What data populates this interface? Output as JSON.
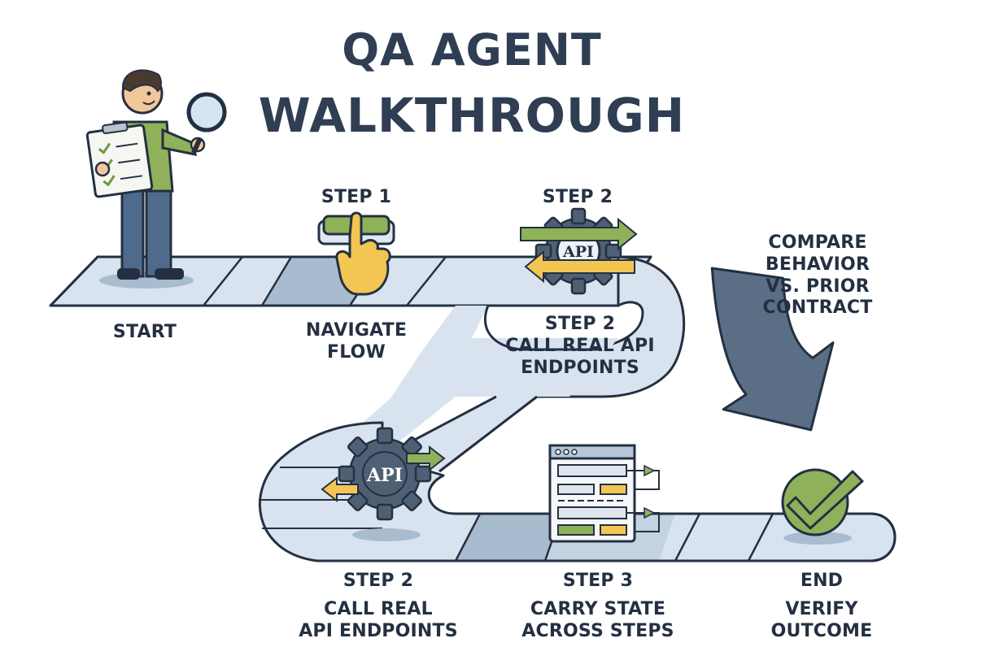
{
  "title": {
    "line1": "QA AGENT",
    "line2": "WALKTHROUGH"
  },
  "labels": {
    "start": "START",
    "step1_head": "STEP 1",
    "step1_line1": "NAVIGATE",
    "step1_line2": "FLOW",
    "step2_top_head": "STEP 2",
    "step2_mid_head": "STEP 2",
    "step2_mid_line1": "CALL REAL API",
    "step2_mid_line2": "ENDPOINTS",
    "compare_line1": "COMPARE",
    "compare_line2": "BEHAVIOR",
    "compare_line3": "VS. PRIOR",
    "compare_line4": "CONTRACT",
    "step2_bot_head": "STEP 2",
    "step2_bot_line1": "CALL REAL",
    "step2_bot_line2": "API ENDPOINTS",
    "step3_head": "STEP 3",
    "step3_line1": "CARRY STATE",
    "step3_line2": "ACROSS STEPS",
    "end_head": "END",
    "end_line1": "VERIFY",
    "end_line2": "OUTCOME"
  },
  "icons": {
    "api_text_top": "API",
    "api_text_bottom": "API"
  },
  "colors": {
    "ink": "#243042",
    "path_fill": "#d9e3ef",
    "path_dark": "#a9bccf",
    "green": "#7fa54a",
    "yellow": "#f3c653",
    "gear": "#4f6074"
  }
}
